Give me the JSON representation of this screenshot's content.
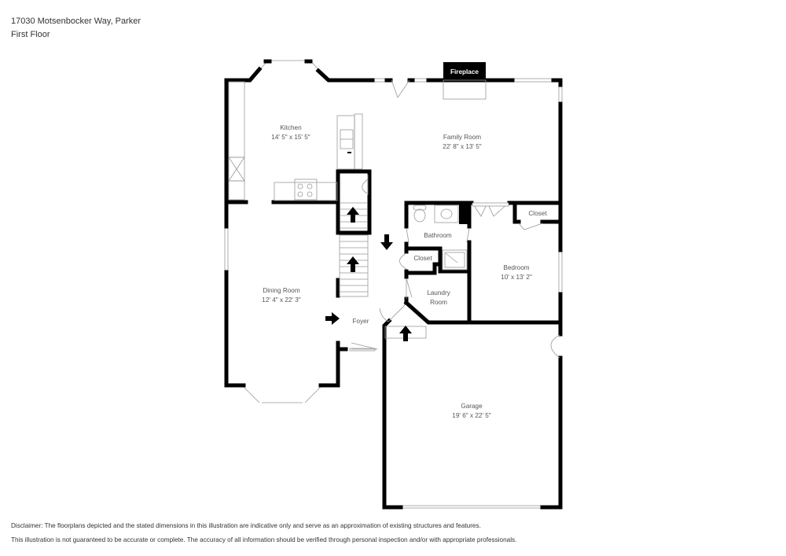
{
  "header": {
    "address": "17030 Motsenbocker Way, Parker",
    "floor": "First Floor"
  },
  "rooms": {
    "kitchen": {
      "name": "Kitchen",
      "dims": "14' 5\" x 15' 5\""
    },
    "family_room": {
      "name": "Family Room",
      "dims": "22' 8\" x 13' 5\""
    },
    "dining_room": {
      "name": "Dining Room",
      "dims": "12' 4\" x 22' 3\""
    },
    "bathroom": {
      "name": "Bathroom"
    },
    "closet_bath": {
      "name": "Closet"
    },
    "closet_bed": {
      "name": "Closet"
    },
    "bedroom": {
      "name": "Bedroom",
      "dims": "10' x 13' 2\""
    },
    "laundry": {
      "name_line1": "Laundry",
      "name_line2": "Room"
    },
    "foyer": {
      "name": "Foyer"
    },
    "garage": {
      "name": "Garage",
      "dims": "19' 6\" x 22' 5\""
    }
  },
  "fixtures": {
    "fireplace": "Fireplace"
  },
  "disclaimer": {
    "line1": "Disclaimer: The floorplans depicted and the stated dimensions in this illustration are indicative only and serve as an approximation of existing structures and features.",
    "line2": "This illustration is not guaranteed to be accurate or complete. The accuracy of all information should be verified through personal inspection and/or with appropriate professionals."
  },
  "colors": {
    "wall": "#000000",
    "text": "#333333",
    "fixture_line": "#999999"
  }
}
